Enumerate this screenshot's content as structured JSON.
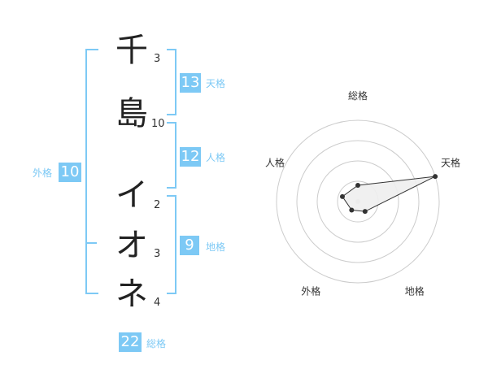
{
  "name_chars": [
    {
      "char": "千",
      "strokes": "3"
    },
    {
      "char": "島",
      "strokes": "10"
    },
    {
      "char": "イ",
      "strokes": "2"
    },
    {
      "char": "オ",
      "strokes": "3"
    },
    {
      "char": "ネ",
      "strokes": "4"
    }
  ],
  "fortunes": {
    "tenkaku": {
      "label": "天格",
      "value": "13"
    },
    "jinkaku": {
      "label": "人格",
      "value": "12"
    },
    "chikaku": {
      "label": "地格",
      "value": "9"
    },
    "gaikaku": {
      "label": "外格",
      "value": "10"
    },
    "soukaku": {
      "label": "総格",
      "value": "22"
    }
  },
  "radar": {
    "axes": [
      "総格",
      "天格",
      "地格",
      "外格",
      "人格"
    ],
    "values": [
      0.2,
      1.0,
      0.15,
      0.13,
      0.2
    ],
    "rings": 4,
    "colors": {
      "fill": "#eeeeee",
      "stroke": "#333333",
      "ring": "#cccccc",
      "dot": "#333333",
      "center": "#cccccc"
    }
  }
}
